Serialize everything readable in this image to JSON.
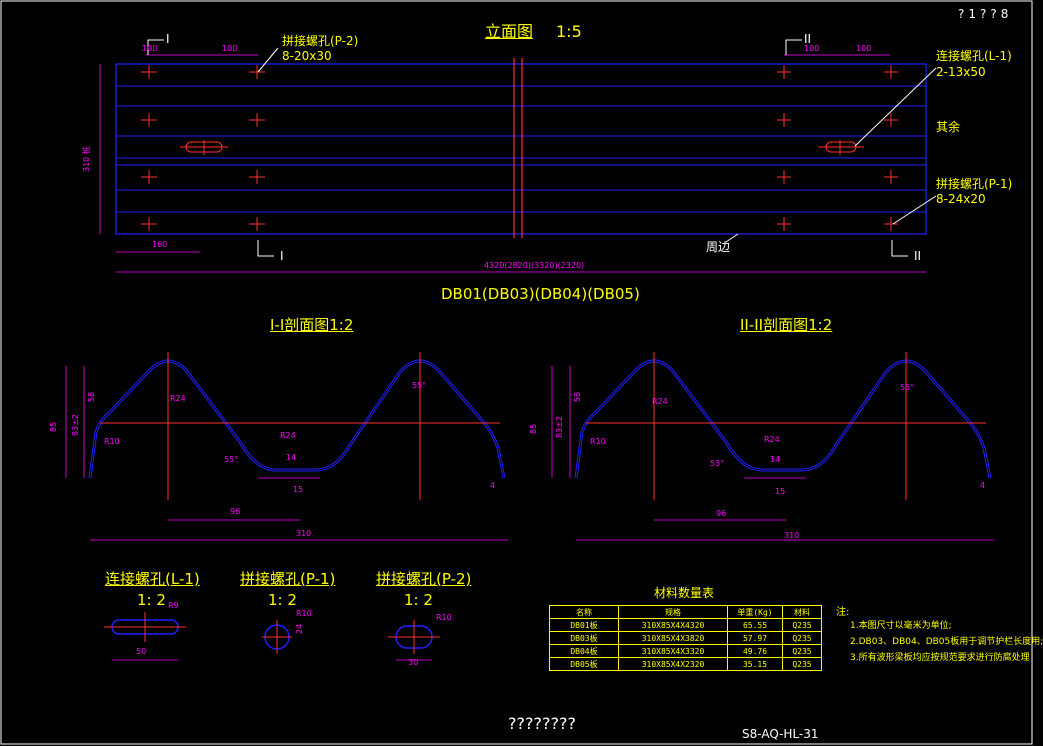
{
  "corner_id": "?1??8",
  "elevation": {
    "title": "立面图",
    "scale": "1:5",
    "name_line": "DB01(DB03)(DB04)(DB05)",
    "section_markers": [
      "I",
      "I",
      "II",
      "II"
    ],
    "dims": {
      "left_top_1": "100",
      "left_top_2": "100",
      "right_top_1": "100",
      "right_top_2": "100",
      "left_bottom": "160",
      "height": "310 桩",
      "overall": "4320(2820)(3320)(2320)"
    },
    "callouts": {
      "p2": {
        "title": "拼接螺孔(P-2)",
        "spec": "8-20x30"
      },
      "l1": {
        "title": "连接螺孔(L-1)",
        "spec": "2-13x50"
      },
      "others": "其余",
      "p1": {
        "title": "拼接螺孔(P-1)",
        "spec": "8-24x20"
      },
      "edge": "周边"
    }
  },
  "section_I": {
    "title": "I-I剖面图1:2",
    "labels": [
      "R24",
      "R10",
      "R24",
      "55°",
      "55°",
      "14",
      "15",
      "4",
      "85",
      "83±2",
      "58",
      "96",
      "310"
    ]
  },
  "section_II": {
    "title": "II-II剖面图1:2",
    "labels": [
      "R24",
      "R10",
      "R24",
      "53°",
      "55°",
      "14",
      "15",
      "4",
      "85",
      "83±2",
      "58",
      "96",
      "310"
    ]
  },
  "details": [
    {
      "title": "连接螺孔(L-1)",
      "scale": "1: 2",
      "dims": [
        "R9",
        "50"
      ]
    },
    {
      "title": "拼接螺孔(P-1)",
      "scale": "1: 2",
      "dims": [
        "R10",
        "24"
      ]
    },
    {
      "title": "拼接螺孔(P-2)",
      "scale": "1: 2",
      "dims": [
        "R10",
        "30"
      ]
    }
  ],
  "material_table": {
    "title": "材料数量表",
    "headers": [
      "名称",
      "规格",
      "单重(Kg)",
      "材料"
    ],
    "rows": [
      [
        "DB01板",
        "310X85X4X4320",
        "65.55",
        "Q235"
      ],
      [
        "DB03板",
        "310X85X4X3820",
        "57.97",
        "Q235"
      ],
      [
        "DB04板",
        "310X85X4X3320",
        "49.76",
        "Q235"
      ],
      [
        "DB05板",
        "310X85X4X2320",
        "35.15",
        "Q235"
      ]
    ]
  },
  "notes": {
    "title": "注:",
    "items": [
      "1.本图尺寸以毫米为单位;",
      "2.DB03、DB04、DB05板用于调节护栏长度用;",
      "3.所有波形梁板均应按规范要求进行防腐处理"
    ]
  },
  "footer": {
    "label": "????????",
    "drawing_no": "S8-AQ-HL-31"
  },
  "colors": {
    "background": "#000000",
    "outline": "#2020ff",
    "text": "#ffff00",
    "dimension": "#ff00ff",
    "centerline": "#ff2020",
    "leader": "#ffffff"
  }
}
